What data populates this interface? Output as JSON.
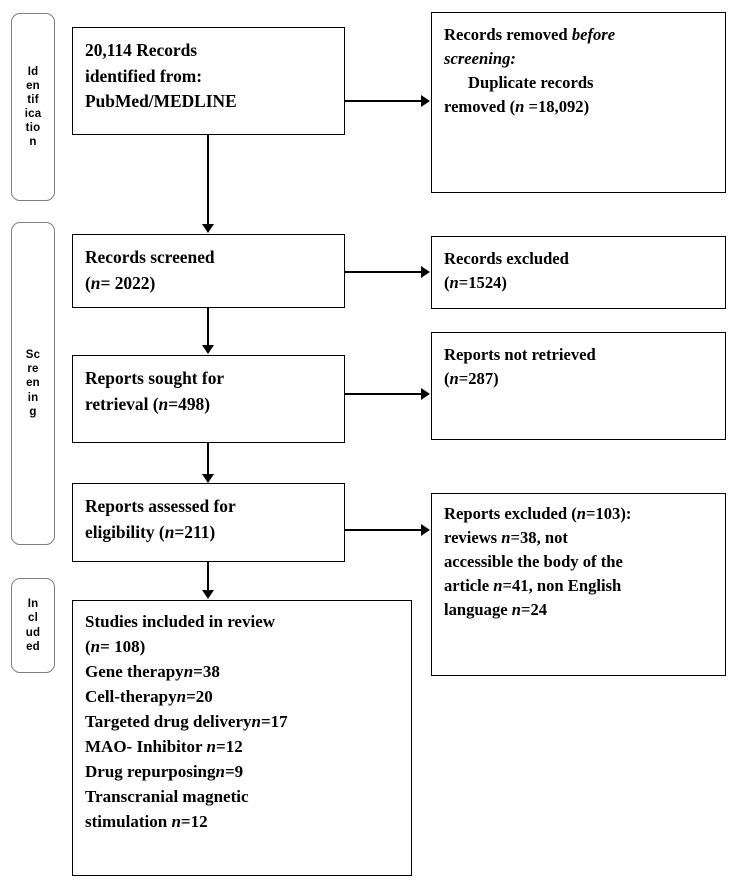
{
  "diagram": {
    "type": "PRISMA flow diagram",
    "stages": [
      {
        "id": "identification",
        "label": "Id\nen\ntif\nica\ntio\nn"
      },
      {
        "id": "screening",
        "label": "Sc\nre\nen\nin\ng"
      },
      {
        "id": "included",
        "label": "In\ncl\nud\ned"
      }
    ],
    "boxes": {
      "records_identified": {
        "line1": "20,114 Records",
        "line2": "identified from:",
        "line3": "PubMed/MEDLINE"
      },
      "records_removed": {
        "line1_plain": "Records removed ",
        "line1_italic": "before",
        "line2_italic": "screening:",
        "line3": "Duplicate records",
        "line4_pre": "removed (",
        "line4_italic": "n",
        "line4_post": " =18,092)"
      },
      "records_screened": {
        "line1": "Records screened",
        "line2_pre": "(",
        "line2_italic": "n",
        "line2_post": "= 2022)"
      },
      "records_excluded": {
        "line1": "Records excluded",
        "line2_pre": "(",
        "line2_italic": "n",
        "line2_post": "=1524)"
      },
      "reports_sought": {
        "line1": "Reports sought for",
        "line2_pre": "retrieval (",
        "line2_italic": "n",
        "line2_post": "=498)"
      },
      "reports_not_retrieved": {
        "line1": "Reports not retrieved",
        "line2_pre": "(",
        "line2_italic": "n",
        "line2_post": "=287)"
      },
      "reports_assessed": {
        "line1": "Reports assessed for",
        "line2_pre": "eligibility (",
        "line2_italic": "n",
        "line2_post": "=211)"
      },
      "reports_excluded": {
        "l1_pre": "Reports excluded (",
        "l1_italic": "n",
        "l1_post": "=103):",
        "l2_pre": "reviews ",
        "l2_italic": "n",
        "l2_post": "=38, not",
        "l3": "accessible the body of the",
        "l4_pre": "article   ",
        "l4_italic": "n",
        "l4_post": "=41, non English",
        "l5_pre": "language ",
        "l5_italic": "n",
        "l5_post": "=24"
      },
      "studies_included": {
        "title": "Studies included in review",
        "total_pre": "(",
        "total_italic": "n",
        "total_post": "= 108)",
        "items": [
          {
            "label": "Gene therapy",
            "n": "=38"
          },
          {
            "label": "Cell-therapy",
            "n": "=20"
          },
          {
            "label": "Targeted drug delivery",
            "n": "=17"
          },
          {
            "label": "MAO- Inhibitor   ",
            "n": "=12"
          },
          {
            "label": "Drug repurposing",
            "n": "=9"
          },
          {
            "label": "Transcranial magnetic\nstimulation ",
            "n": "=12"
          }
        ],
        "italic_n": "n"
      }
    },
    "colors": {
      "box_border": "#000000",
      "stage_border": "#7f7f7f",
      "background": "#ffffff",
      "text": "#000000"
    }
  }
}
